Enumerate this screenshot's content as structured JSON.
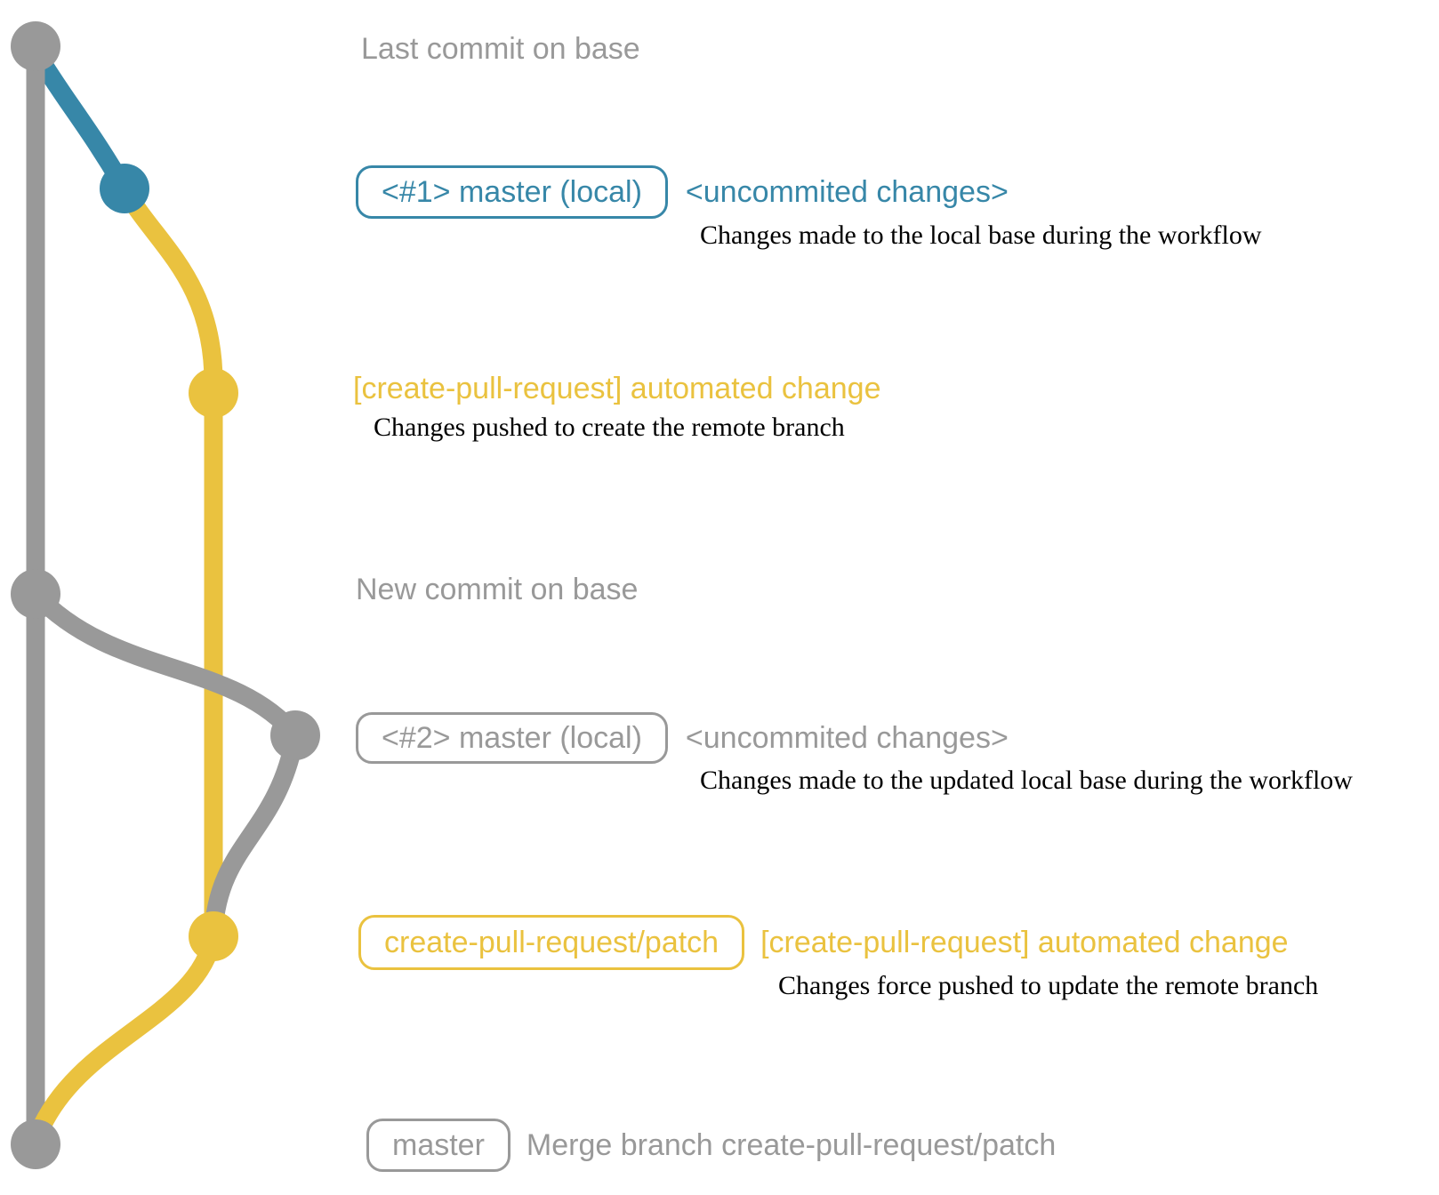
{
  "colors": {
    "gray": "#999999",
    "blue": "#3787a8",
    "yellow": "#eac23f",
    "ink": "#000000",
    "bg": "#ffffff"
  },
  "captions": {
    "last_commit": "Last commit on base",
    "new_commit": "New commit on base"
  },
  "row1": {
    "badge": "<#1> master (local)",
    "label": "<uncommited changes>",
    "desc": "Changes made to the local base during the workflow"
  },
  "row2": {
    "label": "[create-pull-request] automated change",
    "desc": "Changes pushed to create the remote branch"
  },
  "row3": {
    "badge": "<#2> master (local)",
    "label": "<uncommited changes>",
    "desc": "Changes made to the updated local base during the workflow"
  },
  "row4": {
    "badge": "create-pull-request/patch",
    "label": "[create-pull-request] automated change",
    "desc": "Changes force pushed to update the remote branch"
  },
  "row5": {
    "badge": "master",
    "label": "Merge branch create-pull-request/patch"
  }
}
